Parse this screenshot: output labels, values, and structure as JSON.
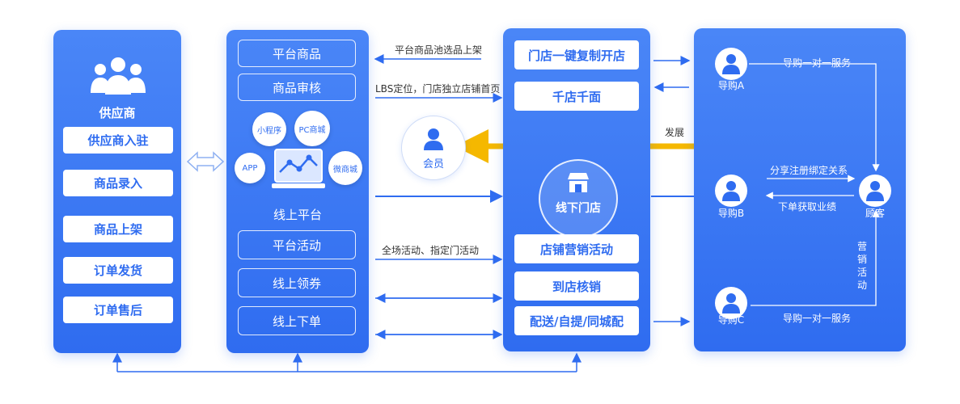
{
  "supplier": {
    "title": "供应商",
    "items": [
      "供应商入驻",
      "商品录入",
      "商品上架",
      "订单发货",
      "订单售后"
    ]
  },
  "online": {
    "top_items": [
      "平台商品",
      "商品审核"
    ],
    "bubbles": [
      "小程序",
      "PC商城",
      "APP",
      "微商城"
    ],
    "title": "线上平台",
    "bottom_items": [
      "平台活动",
      "线上领券",
      "线上下单"
    ]
  },
  "member": {
    "label": "会员"
  },
  "arrows": {
    "pool": "平台商品池选品上架",
    "lbs": "LBS定位，门店独立店铺首页",
    "activity": "全场活动、指定门活动"
  },
  "store": {
    "top_items": [
      "门店一键复制开店",
      "千店千面"
    ],
    "title": "线下门店",
    "bottom_items": [
      "店铺营销活动",
      "到店核销",
      "配送/自提/同城配"
    ]
  },
  "guide": {
    "develop": "发展",
    "guide_a": "导购A",
    "guide_b": "导购B",
    "guide_c": "导购C",
    "customer": "顾客",
    "service_a": "导购一对一服务",
    "bind": "分享注册绑定关系",
    "order": "下单获取业绩",
    "marketing": "营销活动",
    "service_c": "导购一对一服务"
  },
  "colors": {
    "primary": "#2f6cf0",
    "highlight": "#f5b800"
  }
}
